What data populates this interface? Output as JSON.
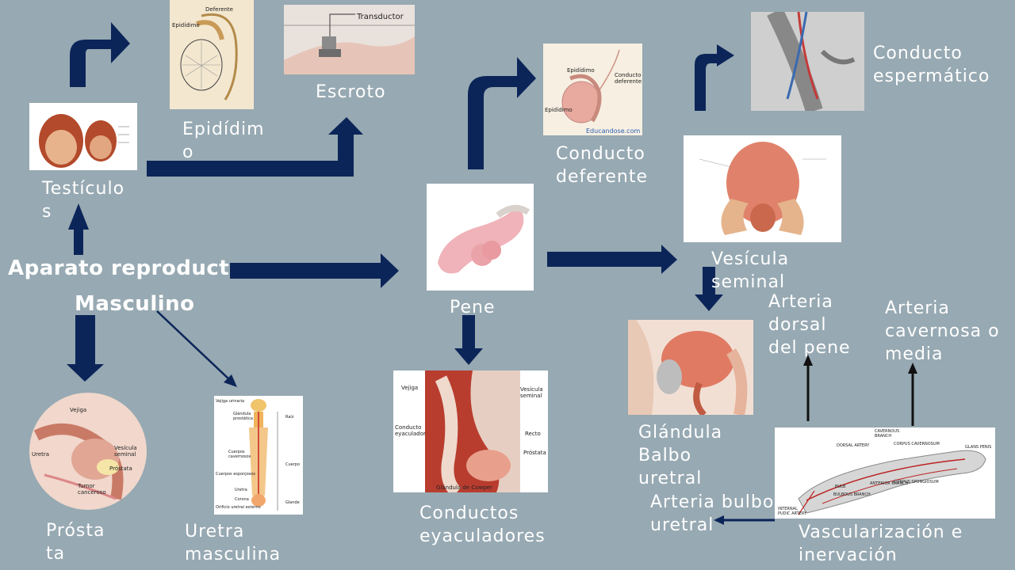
{
  "root": {
    "line1": "Aparato reproduct",
    "line2": "Masculino"
  },
  "nodes": {
    "testiculos": "Testículo\ns",
    "epididimo": "Epidídim\no",
    "escroto": "Escroto",
    "pene": "Pene",
    "conducto_deferente": "Conducto\ndeferente",
    "conducto_espermatico": "Conducto\nespermático",
    "vesicula_seminal": "Vesícula\nseminal",
    "glandula_bulbo_uretral": "Glándula\nBalbo\nuretral",
    "prostata": "Prósta\nta",
    "uretra_masculina": "Uretra\nmasculina",
    "conductos_eyaculadores": "Conductos\neyaculadores",
    "arteria_dorsal": "Arteria\ndorsal\ndel pene",
    "arteria_cavernosa": "Arteria\ncavernosa o\nmedia",
    "arteria_bulbo_uretral": "Arteria bulbo\nuretral",
    "vascularizacion": "Vascularización e\ninervación"
  },
  "image_text": {
    "epididimo": [
      "Deferente",
      "Epidídimo"
    ],
    "escroto": [
      "Transductor"
    ],
    "conducto_deferente": [
      "Epidídimo",
      "Conducto deferente",
      "Epidídimo",
      "Educandose.com"
    ],
    "eyaculadores": [
      "Vejiga",
      "Vesícula seminal",
      "Conducto eyaculador",
      "Recto",
      "Próstata",
      "Glándula de Cowper"
    ],
    "prostata": [
      "Vejiga",
      "Uretra",
      "Vesícula seminal",
      "Próstata",
      "Tumor canceroso"
    ],
    "uretra": [
      "Vejiga urinaria",
      "Glándula prostática",
      "Raíz",
      "Cuerpos cavernosos",
      "Cuerpo",
      "Cuerpos esponjosos",
      "Uretra",
      "Corona",
      "Glande",
      "Orificio uretral externo"
    ],
    "vascular": [
      "CAVERNOUS BRANCH",
      "DORSAL ARTERY",
      "CORPUS CAVERNOSUM",
      "GLANS PENIS",
      "ANTERIOR BRANCH",
      "CORPUS SPONGIOSUM",
      "BULB",
      "BULBOUS BRANCH",
      "INTERNAL PUDIC ARTERY"
    ]
  },
  "colors": {
    "background": "#97a9b2",
    "arrow": "#0c2559",
    "label": "#ffffff"
  }
}
